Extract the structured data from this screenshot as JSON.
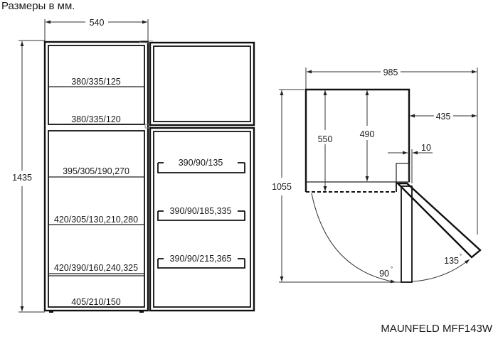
{
  "header": {
    "title": "Размеры в мм."
  },
  "footer": {
    "model": "MAUNFELD MFF143W"
  },
  "front_view": {
    "width_dim": "540",
    "height_dim": "1435",
    "freezer_shelves": [
      "380/335/125",
      "380/335/120"
    ],
    "fridge_shelves": [
      "395/305/190,270",
      "420/305/130,210,280",
      "420/390/160,240,325",
      "405/210/150"
    ],
    "door_balconies": [
      "390/90/135",
      "390/90/185,335",
      "390/90/215,365"
    ]
  },
  "side_view": {
    "depth_total": "985",
    "door_clearance": "435",
    "height_dim": "1055",
    "depth_550": "550",
    "depth_490": "490",
    "gap_10": "10",
    "angle_90": "90",
    "angle_135": "135",
    "degree_symbol": "°"
  }
}
